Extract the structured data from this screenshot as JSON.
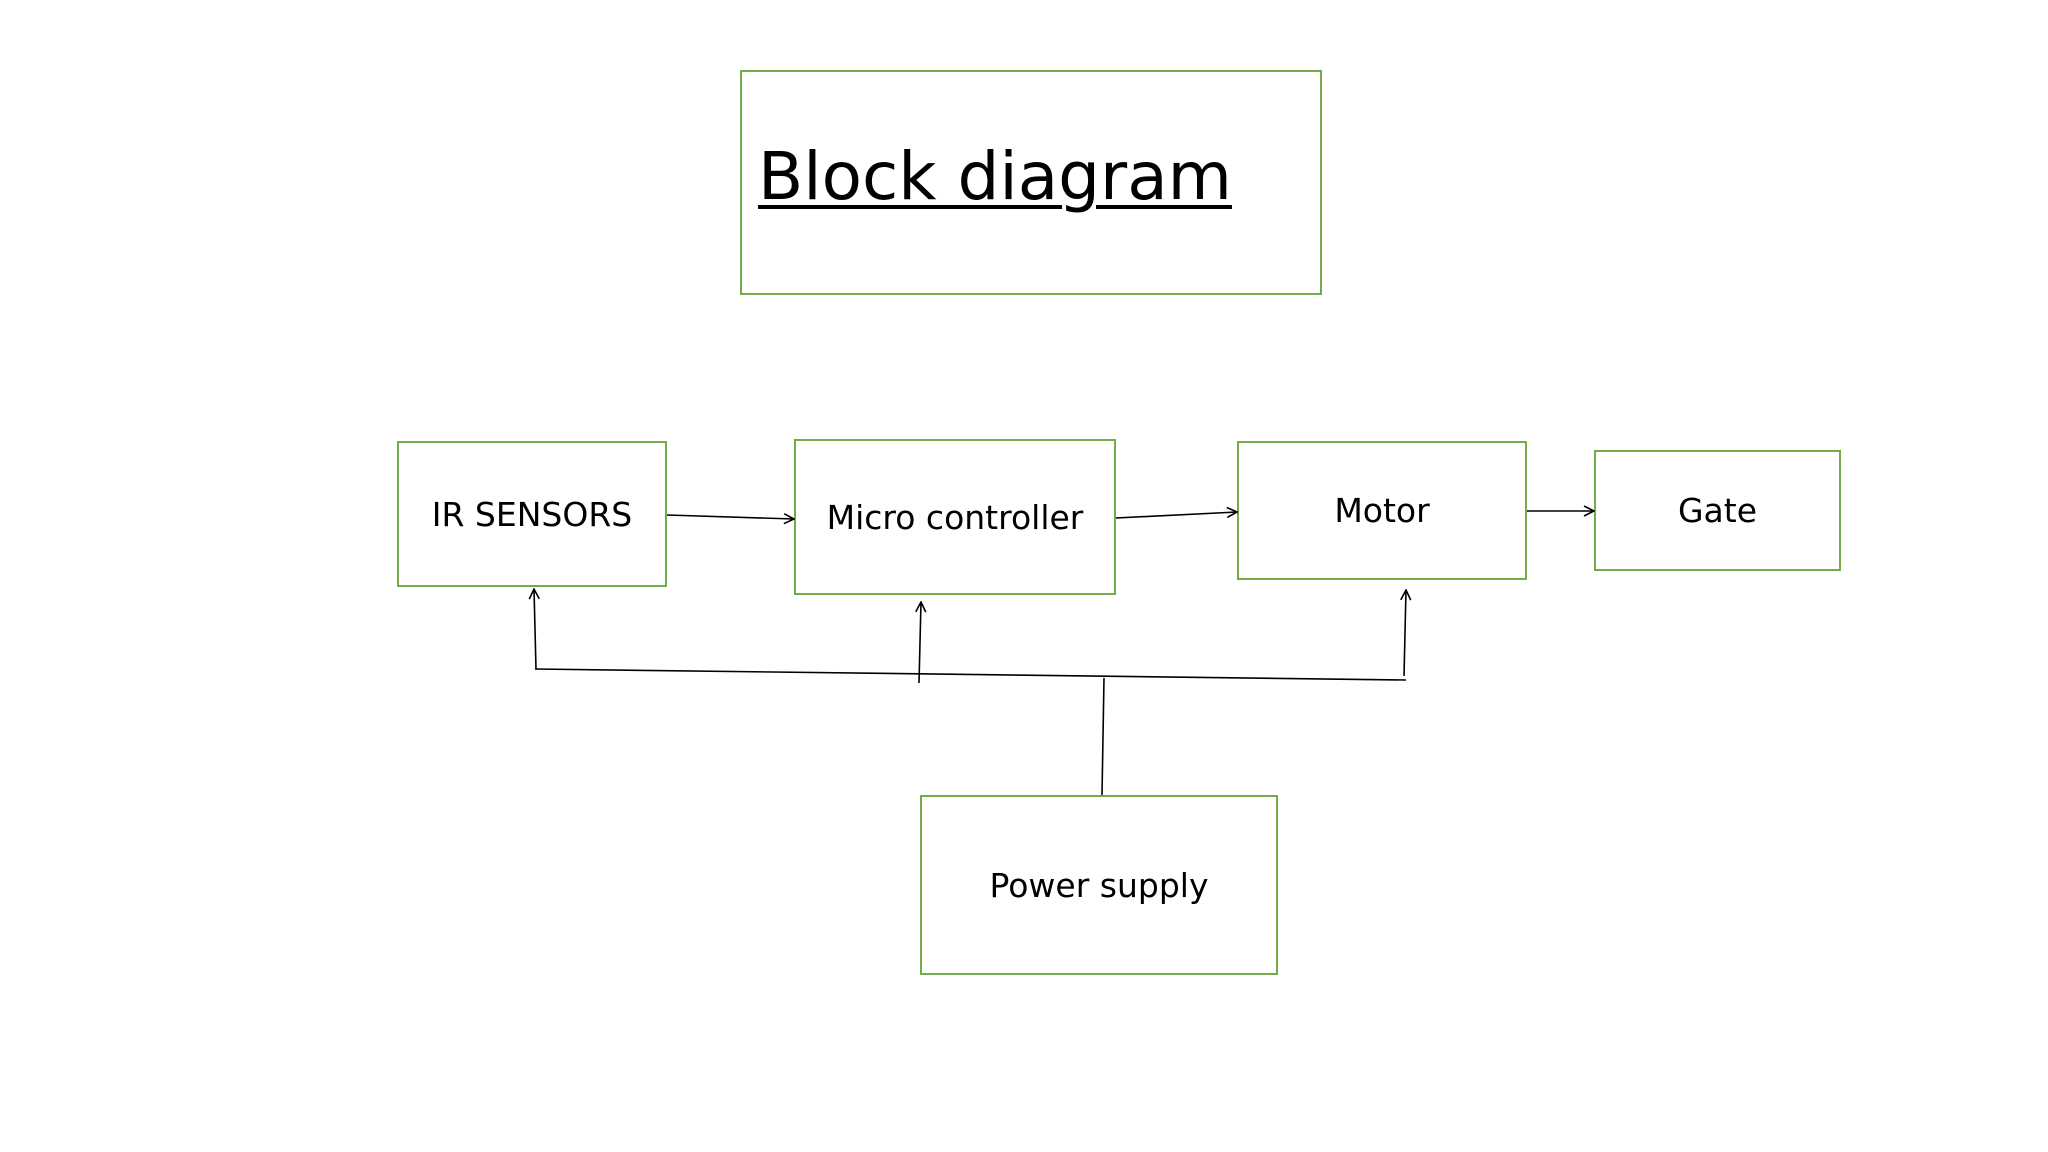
{
  "title": "Block diagram",
  "blocks": {
    "ir_sensors": "IR SENSORS",
    "micro_controller": "Micro controller",
    "motor": "Motor",
    "gate": "Gate",
    "power_supply": "Power supply"
  },
  "connections": [
    {
      "from": "IR SENSORS",
      "to": "Micro controller"
    },
    {
      "from": "Micro controller",
      "to": "Motor"
    },
    {
      "from": "Motor",
      "to": "Gate"
    },
    {
      "from": "Power supply",
      "to": "IR SENSORS"
    },
    {
      "from": "Power supply",
      "to": "Micro controller"
    },
    {
      "from": "Power supply",
      "to": "Motor"
    }
  ],
  "colors": {
    "box_border": "#70ad47",
    "line": "#000000"
  }
}
